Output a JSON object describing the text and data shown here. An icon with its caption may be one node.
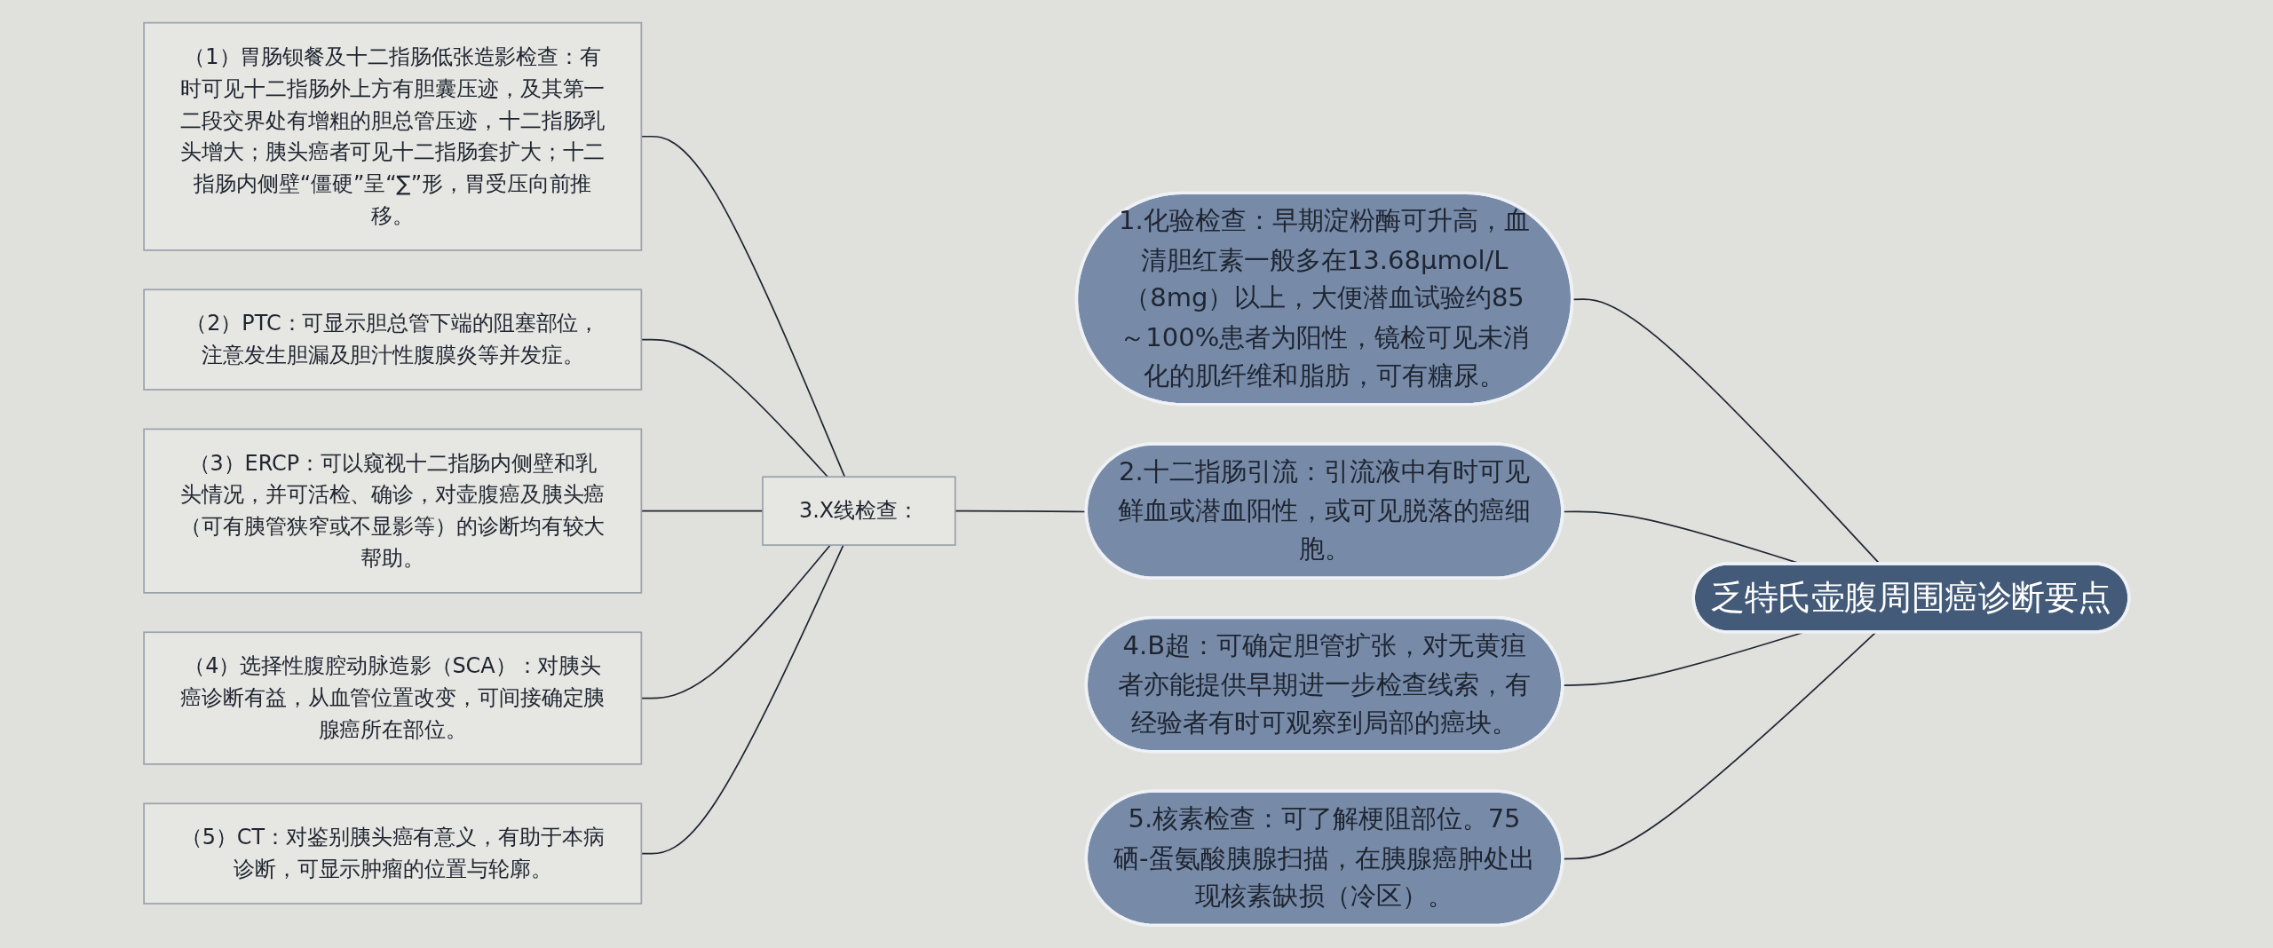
{
  "diagram": {
    "nodes": [
      {
        "text": [
          "乏特氏壶腹周围癌诊断要点"
        ]
      },
      {
        "text": [
          "1.化验检查：早期淀粉酶可升高，血清胆红素一般多在13.68μmol/L（8mg）以上，大便潜血试验约85～100%患者为阳性，镜检可见未消化的肌纤维和脂肪，可有糖尿。"
        ]
      },
      {
        "text": [
          "2.十二指肠引流：引流液中有时可见鲜血或潜血阳性，或可见脱落的癌细胞。"
        ]
      },
      {
        "text": [
          "3.X线检查："
        ]
      },
      {
        "text": [
          "（1）胃肠钡餐及十二指肠低张造影检查：有时可见十二指肠外上方有胆囊压迹，及其第一二段交界处有增粗的胆总管压迹，十二指肠乳头增大；胰头癌者可见十二指肠套扩大；十二指肠内侧壁“僵硬”呈“∑”形，胃受压向前推移。"
        ]
      },
      {
        "text": [
          "（2）PTC：可显示胆总管下端的阻塞部位，注意发生胆漏及胆汁性腹膜炎等并发症。"
        ]
      },
      {
        "text": [
          "（3）ERCP：可以窥视十二指肠内侧壁和乳头情况，并可活检、确诊，对壶腹癌及胰头癌（可有胰管狭窄或不显影等）的诊断均有较大帮助。"
        ]
      },
      {
        "text": [
          "（4）选择性腹腔动脉造影（SCA）：对胰头癌诊断有益，从血管位置改变，可间接确定胰腺癌所在部位。"
        ]
      },
      {
        "text": [
          "（5）CT：对鉴别胰头癌有意义，有助于本病诊断，可显示肿瘤的位置与轮廓。"
        ]
      },
      {
        "text": [
          "4.B超：可确定胆管扩张，对无黄疸者亦能提供早期进一步检查线索，有经验者有时可观察到局部的癌块。"
        ]
      },
      {
        "text": [
          "5.核素检查：可了解梗阻部位。75硒-蛋氨酸胰腺扫描，在胰腺癌肿处出现核素缺损（冷区）。"
        ]
      }
    ],
    "edges": [
      {
        "from": 0,
        "to": 1,
        "arrow": "none"
      },
      {
        "from": 0,
        "to": 2,
        "arrow": "none"
      },
      {
        "from": 2,
        "to": 3,
        "arrow": "none"
      },
      {
        "from": 3,
        "to": 4,
        "arrow": "none"
      },
      {
        "from": 3,
        "to": 5,
        "arrow": "none"
      },
      {
        "from": 3,
        "to": 6,
        "arrow": "none"
      },
      {
        "from": 3,
        "to": 7,
        "arrow": "none"
      },
      {
        "from": 3,
        "to": 8,
        "arrow": "none"
      },
      {
        "from": 0,
        "to": 9,
        "arrow": "none"
      },
      {
        "from": 0,
        "to": 10,
        "arrow": "none"
      }
    ]
  }
}
